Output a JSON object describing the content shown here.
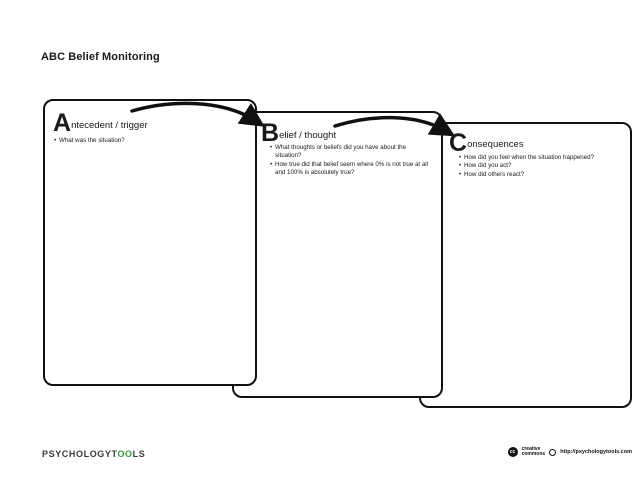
{
  "title": "ABC Belief Monitoring",
  "cards": [
    {
      "letter": "A",
      "rest": "ntecedent / trigger",
      "questions": [
        "What was the situation?"
      ]
    },
    {
      "letter": "B",
      "rest": "elief / thought",
      "questions": [
        "What thoughts or beliefs did you have about the situation?",
        "How true did that belief seem where 0% is not true at all and 100% is absolutely true?"
      ]
    },
    {
      "letter": "C",
      "rest": "onsequences",
      "questions": [
        "How did you feel when the situation happened?",
        "How did you act?",
        "How did others react?"
      ]
    }
  ],
  "footer": {
    "brand_part1": "PSYCHOLOGYT",
    "brand_highlight": "OO",
    "brand_part2": "LS",
    "cc_icon": "cc",
    "cc_line1": "creative",
    "cc_line2": "commons",
    "url": "http://psychologytools.com"
  },
  "colors": {
    "ink": "#111111",
    "brand_accent": "#2f9e3a"
  }
}
